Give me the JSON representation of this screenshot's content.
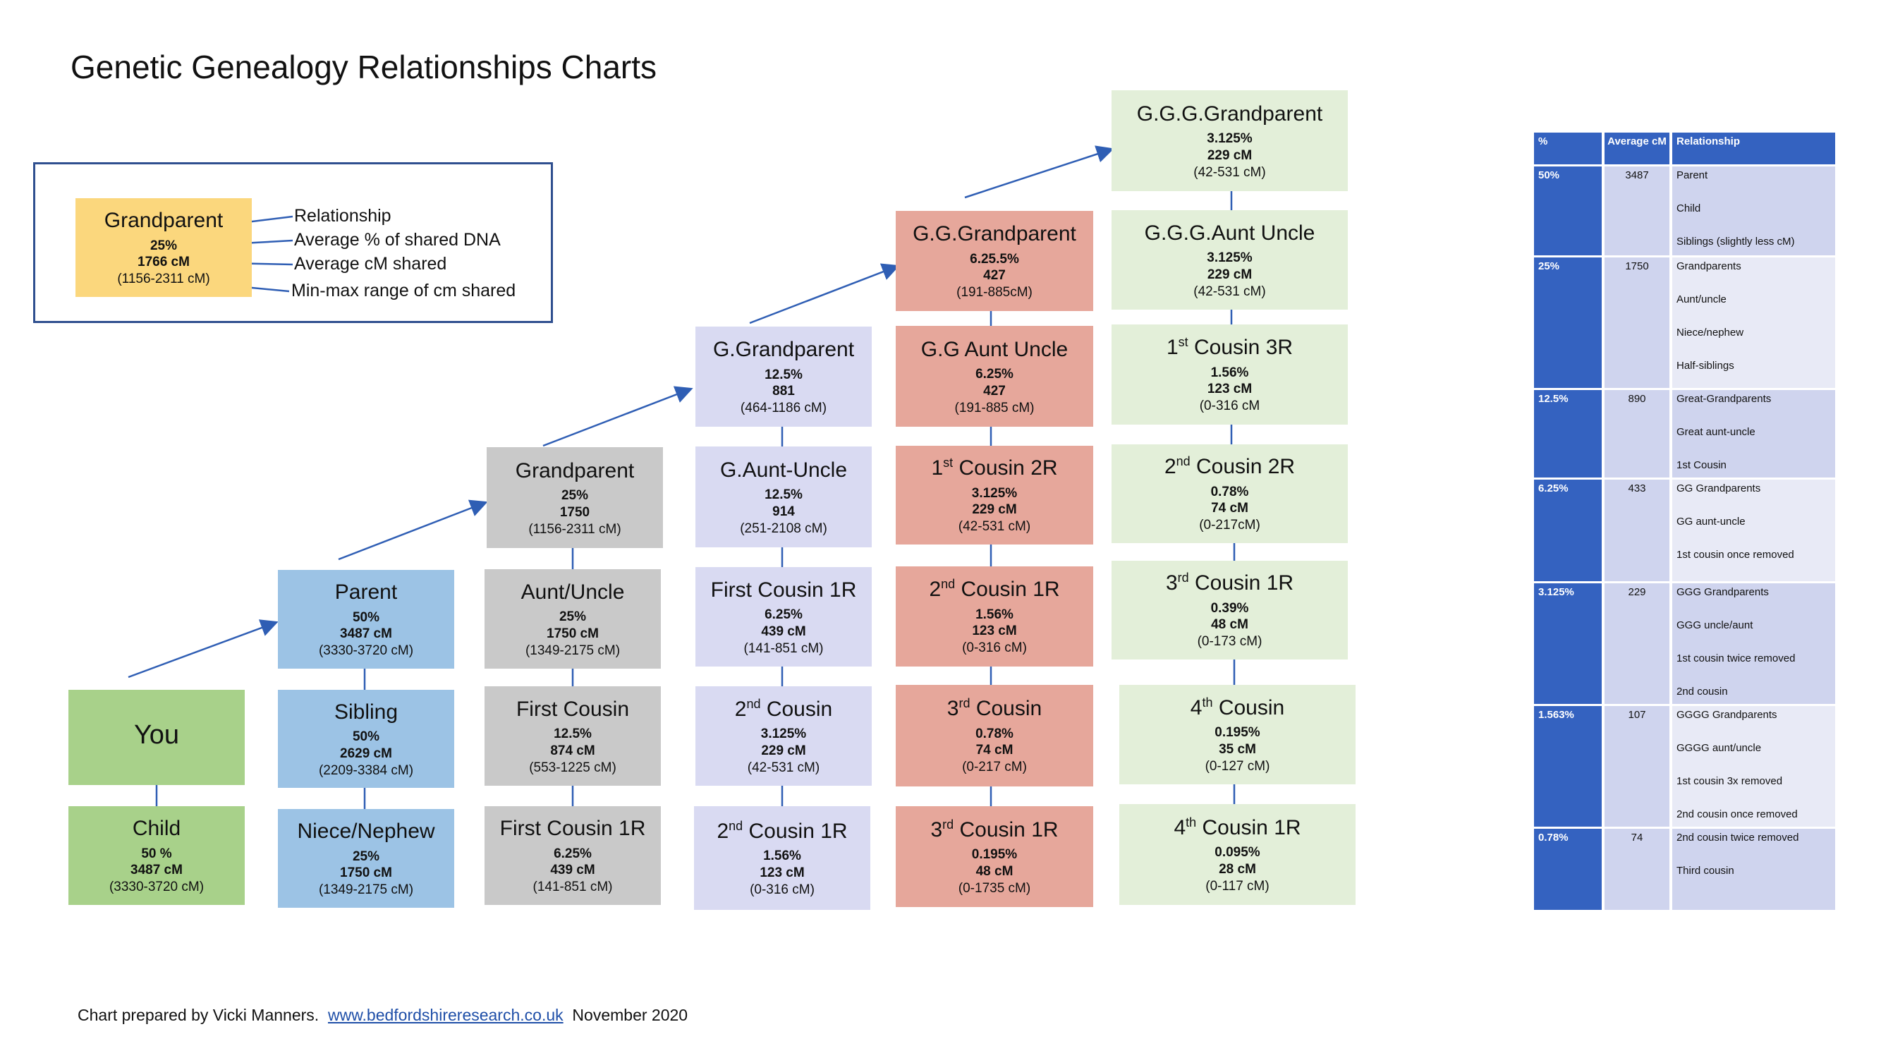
{
  "page": {
    "title": "Genetic Genealogy Relationships Charts",
    "footer": {
      "prefix": "Chart prepared by Vicki Manners.",
      "link": "www.bedfordshireresearch.co.uk",
      "date": "November 2020"
    }
  },
  "colors": {
    "legend": "#fbd77d",
    "green": "#a8d18a",
    "blue": "#9cc3e5",
    "grey": "#c9c9c9",
    "lavender": "#d9daf2",
    "salmon": "#e6a79b",
    "pale_green": "#e3efd9",
    "arrow": "#2f5eb4",
    "table_header": "#3462c0"
  },
  "legend": {
    "box": {
      "name": "Grandparent",
      "pct": "25%",
      "cm": "1766 cM",
      "range": "(1156-2311 cM)"
    },
    "labels": {
      "relationship": "Relationship",
      "pct": "Average % of shared DNA",
      "cm": "Average cM shared",
      "range": "Min-max range of cm shared"
    }
  },
  "boxes": {
    "you": {
      "name": "You"
    },
    "child": {
      "name": "Child",
      "pct": "50 %",
      "cm": "3487 cM",
      "range": "(3330-3720 cM)"
    },
    "parent": {
      "name": "Parent",
      "pct": "50%",
      "cm": "3487 cM",
      "range": "(3330-3720 cM)"
    },
    "sibling": {
      "name": "Sibling",
      "pct": "50%",
      "cm": "2629 cM",
      "range": "(2209-3384 cM)"
    },
    "niece_nephew": {
      "name": "Niece/Nephew",
      "pct": "25%",
      "cm": "1750 cM",
      "range": "(1349-2175 cM)"
    },
    "grandparent": {
      "name": "Grandparent",
      "pct": "25%",
      "cm": "1750",
      "range": "(1156-2311 cM)"
    },
    "aunt_uncle": {
      "name": "Aunt/Uncle",
      "pct": "25%",
      "cm": "1750 cM",
      "range": "(1349-2175 cM)"
    },
    "first_cousin": {
      "name": "First Cousin",
      "pct": "12.5%",
      "cm": "874 cM",
      "range": "(553-1225 cM)"
    },
    "first_cousin_1r_a": {
      "name": "First Cousin 1R",
      "pct": "6.25%",
      "cm": "439 cM",
      "range": "(141-851 cM)"
    },
    "g_grandparent": {
      "name": "G.Grandparent",
      "pct": "12.5%",
      "cm": "881",
      "range": "(464-1186 cM)"
    },
    "g_aunt_uncle": {
      "name": "G.Aunt-Uncle",
      "pct": "12.5%",
      "cm": "914",
      "range": "(251-2108 cM)"
    },
    "first_cousin_1r_b": {
      "name": "First Cousin 1R",
      "pct": "6.25%",
      "cm": "439 cM",
      "range": "(141-851 cM)"
    },
    "second_cousin": {
      "name_num": "2",
      "name_sup": "nd",
      "name_rest": " Cousin",
      "pct": "3.125%",
      "cm": "229 cM",
      "range": "(42-531 cM)"
    },
    "second_cousin_1r": {
      "name_num": "2",
      "name_sup": "nd",
      "name_rest": " Cousin 1R",
      "pct": "1.56%",
      "cm": "123 cM",
      "range": "(0-316 cM)"
    },
    "gg_grandparent": {
      "name": "G.G.Grandparent",
      "pct": "6.25.5%",
      "cm": "427",
      "range": "(191-885cM)"
    },
    "gg_aunt_uncle": {
      "name": "G.G Aunt Uncle",
      "pct": "6.25%",
      "cm": "427",
      "range": "(191-885 cM)"
    },
    "first_cousin_2r": {
      "name_num": "1",
      "name_sup": "st",
      "name_rest": " Cousin 2R",
      "pct": "3.125%",
      "cm": "229 cM",
      "range": "(42-531 cM)"
    },
    "second_cousin_1r_b": {
      "name_num": "2",
      "name_sup": "nd",
      "name_rest": " Cousin 1R",
      "pct": "1.56%",
      "cm": "123 cM",
      "range": "(0-316 cM)"
    },
    "third_cousin": {
      "name_num": "3",
      "name_sup": "rd",
      "name_rest": " Cousin",
      "pct": "0.78%",
      "cm": "74 cM",
      "range": "(0-217 cM)"
    },
    "third_cousin_1r_a": {
      "name_num": "3",
      "name_sup": "rd",
      "name_rest": " Cousin 1R",
      "pct": "0.195%",
      "cm": "48 cM",
      "range": "(0-1735 cM)"
    },
    "ggg_grandparent": {
      "name": "G.G.G.Grandparent",
      "pct": "3.125%",
      "cm": "229 cM",
      "range": "(42-531 cM)"
    },
    "ggg_aunt_uncle": {
      "name": "G.G.G.Aunt Uncle",
      "pct": "3.125%",
      "cm": "229 cM",
      "range": "(42-531 cM)"
    },
    "first_cousin_3r": {
      "name_num": "1",
      "name_sup": "st",
      "name_rest": " Cousin 3R",
      "pct": "1.56%",
      "cm": "123 cM",
      "range": "(0-316 cM"
    },
    "second_cousin_2r": {
      "name_num": "2",
      "name_sup": "nd",
      "name_rest": " Cousin 2R",
      "pct": "0.78%",
      "cm": "74 cM",
      "range": "(0-217cM)"
    },
    "third_cousin_1r_b": {
      "name_num": "3",
      "name_sup": "rd",
      "name_rest": " Cousin 1R",
      "pct": "0.39%",
      "cm": "48 cM",
      "range": "(0-173 cM)"
    },
    "fourth_cousin": {
      "name_num": "4",
      "name_sup": "th",
      "name_rest": " Cousin",
      "pct": "0.195%",
      "cm": "35 cM",
      "range": "(0-127 cM)"
    },
    "fourth_cousin_1r": {
      "name_num": "4",
      "name_sup": "th",
      "name_rest": " Cousin 1R",
      "pct": "0.095%",
      "cm": "28 cM",
      "range": "(0-117 cM)"
    }
  },
  "table": {
    "headers": {
      "pct": "%",
      "avg": "Average cM",
      "rel": "Relationship"
    },
    "rows": [
      {
        "pct": "50%",
        "avg": "3487",
        "rels": [
          "Parent",
          "Child",
          "Siblings (slightly less cM)"
        ]
      },
      {
        "pct": "25%",
        "avg": "1750",
        "rels": [
          "Grandparents",
          "Aunt/uncle",
          "Niece/nephew",
          "Half-siblings"
        ]
      },
      {
        "pct": "12.5%",
        "avg": "890",
        "rels": [
          "Great-Grandparents",
          "Great aunt-uncle",
          "1st Cousin"
        ]
      },
      {
        "pct": "6.25%",
        "avg": "433",
        "rels": [
          "GG Grandparents",
          "GG aunt-uncle",
          "1st cousin once removed"
        ]
      },
      {
        "pct": "3.125%",
        "avg": "229",
        "rels": [
          "GGG Grandparents",
          "GGG uncle/aunt",
          "1st cousin twice removed",
          "2nd  cousin"
        ]
      },
      {
        "pct": "1.563%",
        "avg": "107",
        "rels": [
          "GGGG Grandparents",
          "GGGG aunt/uncle",
          "1st cousin 3x removed",
          "2nd cousin once removed"
        ]
      },
      {
        "pct": "0.78%",
        "avg": "74",
        "rels": [
          "2nd cousin twice removed",
          "Third cousin"
        ]
      }
    ]
  }
}
